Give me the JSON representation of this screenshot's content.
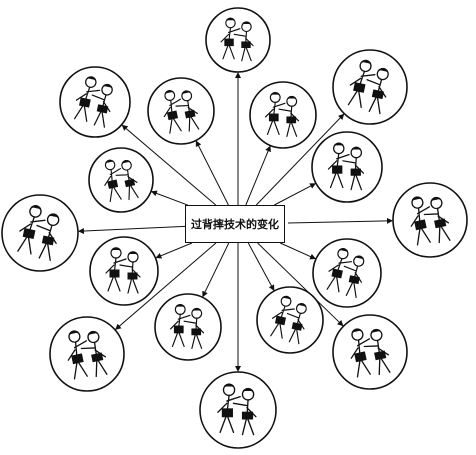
{
  "diagram": {
    "center_label": "过背摔技术的变化",
    "colors": {
      "ink": "#111111",
      "background": "#ffffff"
    },
    "nodes": [
      {
        "id": "top",
        "icon": "wrestlers-standing-clinch-icon"
      },
      {
        "id": "upper-left-outer",
        "icon": "wrestlers-throw-inverted-icon"
      },
      {
        "id": "upper-left-inner",
        "icon": "wrestlers-bent-lift-icon"
      },
      {
        "id": "upper-right-inner",
        "icon": "wrestlers-hip-lift-icon"
      },
      {
        "id": "upper-right-outer",
        "icon": "wrestlers-shoulder-drop-icon"
      },
      {
        "id": "left-mid-upper",
        "icon": "wrestlers-back-grip-icon"
      },
      {
        "id": "right-mid-upper",
        "icon": "wrestlers-overhook-turn-icon"
      },
      {
        "id": "left",
        "icon": "wrestlers-arm-drag-icon"
      },
      {
        "id": "right",
        "icon": "wrestlers-lunge-throw-icon"
      },
      {
        "id": "left-mid-lower",
        "icon": "wrestlers-body-lock-icon"
      },
      {
        "id": "right-mid-lower",
        "icon": "wrestlers-low-dive-icon"
      },
      {
        "id": "lower-left-outer",
        "icon": "wrestlers-ground-roll-icon"
      },
      {
        "id": "lower-left-inner",
        "icon": "wrestlers-face-off-icon"
      },
      {
        "id": "lower-mid",
        "icon": "wrestlers-sprawl-icon"
      },
      {
        "id": "lower-right-outer",
        "icon": "wrestlers-ball-hold-icon"
      },
      {
        "id": "bottom",
        "icon": "wrestlers-back-fall-icon"
      }
    ]
  }
}
